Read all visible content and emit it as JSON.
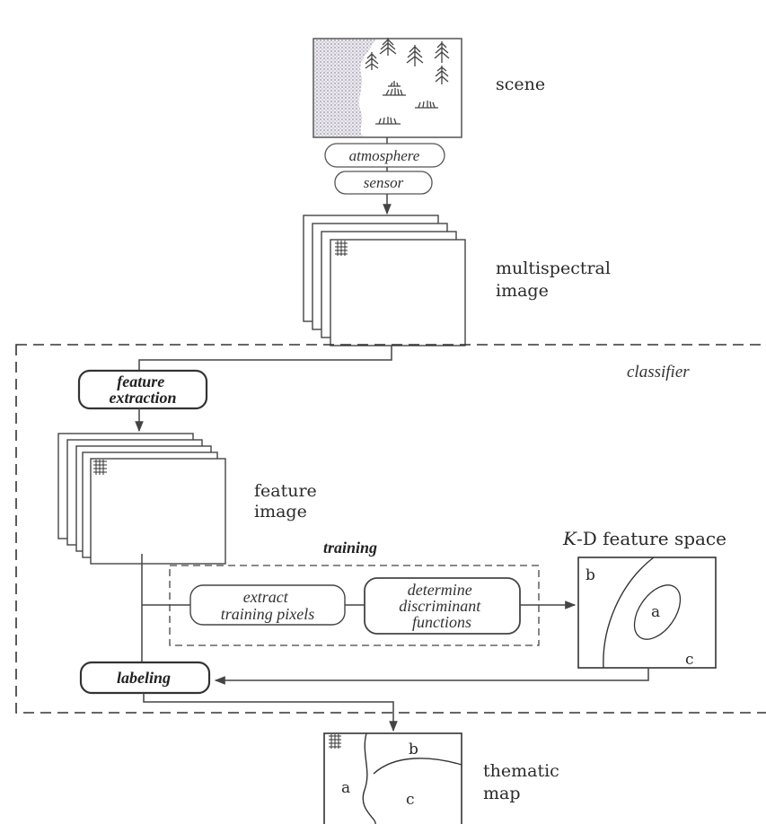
{
  "scene_label": "scene",
  "atmosphere_label": "atmosphere",
  "sensor_label": "sensor",
  "multispectral_label": [
    "multispectral",
    "image"
  ],
  "classifier_label": "classifier",
  "feature_extraction_label": [
    "feature",
    "extraction"
  ],
  "feature_image_label": [
    "feature",
    "image"
  ],
  "training_label": "training",
  "extract_label": [
    "extract",
    "training pixels"
  ],
  "determine_label": [
    "determine",
    "discriminant",
    "functions"
  ],
  "feature_space_label": {
    "k": "K",
    "rest": "-D feature space"
  },
  "feature_space_regions": {
    "a": "a",
    "b": "b",
    "c": "c"
  },
  "labeling_label": "labeling",
  "thematic_label": [
    "thematic",
    "map"
  ],
  "thematic_regions": {
    "a": "a",
    "b": "b",
    "c": "c"
  }
}
